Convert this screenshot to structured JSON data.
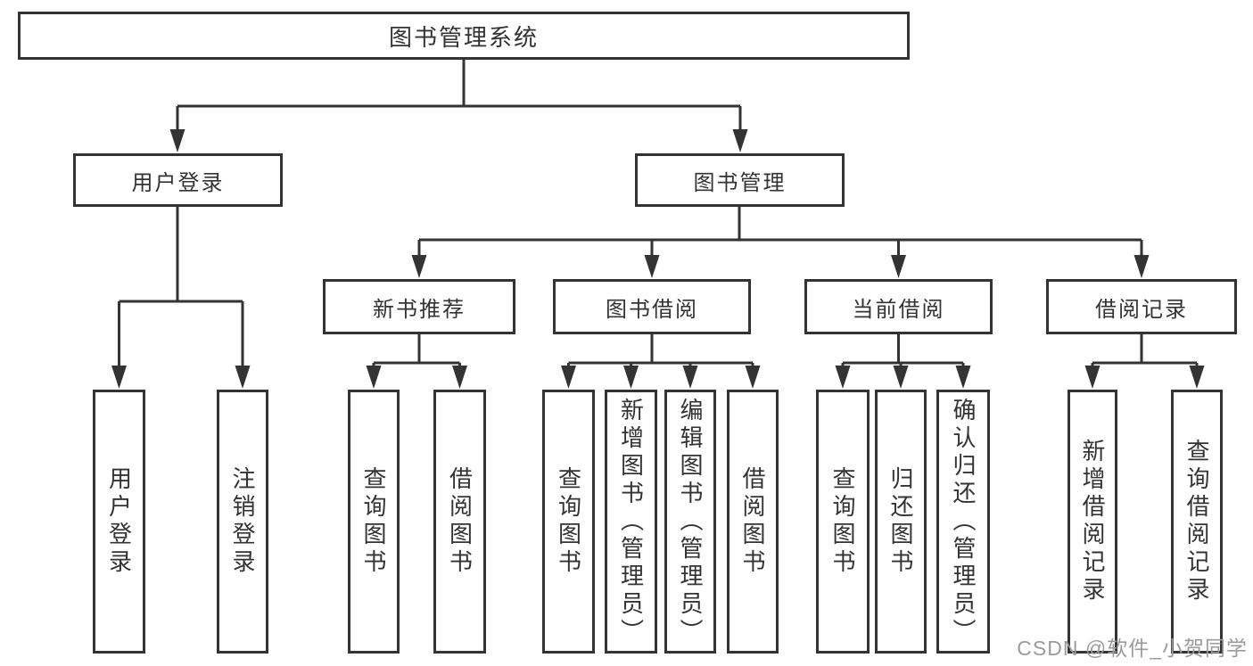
{
  "diagram": {
    "root": "图书管理系统",
    "level2": [
      "用户登录",
      "图书管理"
    ],
    "level3": [
      "新书推荐",
      "图书借阅",
      "当前借阅",
      "借阅记录"
    ],
    "leaves": [
      "用户登录",
      "注销登录",
      "查询图书",
      "借阅图书",
      "查询图书",
      "新增图书（管理员）",
      "编辑图书（管理员）",
      "借阅图书",
      "查询图书",
      "归还图书",
      "确认归还（管理员）",
      "新增借阅记录",
      "查询借阅记录"
    ]
  },
  "watermark": "CSDN @软件_小贺同学",
  "colors": {
    "line": "#333333",
    "text": "#333333",
    "watermark": "#9b9b9b",
    "background": "#ffffff"
  }
}
